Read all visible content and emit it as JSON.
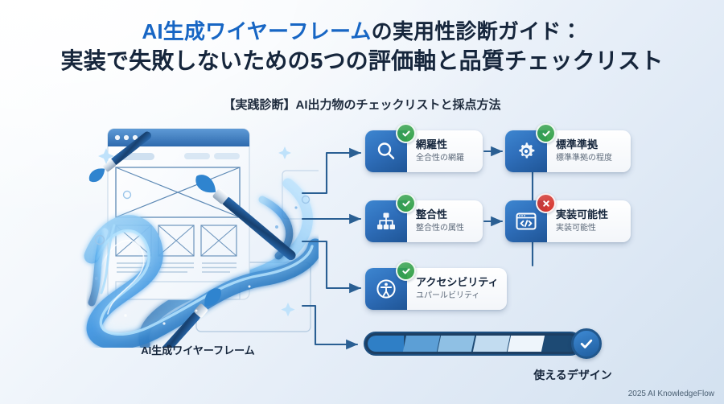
{
  "title": {
    "line1_accent": "AI生成ワイヤーフレーム",
    "line1_rest": "の実用性診断ガイド：",
    "line2": "実装で失敗しないための5つの評価軸と品質チェックリスト",
    "accent_color": "#1766c4",
    "text_color": "#16263c"
  },
  "subtitle": "【実践診断】AI出力物のチェックリストと採点方法",
  "illustration": {
    "caption": "AI生成ワイヤーフレーム",
    "alt": "browser-wireframe-mockup-with-blue-swirl-and-paintbrushes"
  },
  "cards": [
    {
      "id": "coverage",
      "icon": "magnifier-icon",
      "title": "網羅性",
      "subtitle": "全合性の網羅",
      "status": "ok",
      "status_icon": "check-badge-icon"
    },
    {
      "id": "standards",
      "icon": "gear-icon",
      "title": "標準準拠",
      "subtitle": "標準準拠の程度",
      "status": "ok",
      "status_icon": "check-badge-icon"
    },
    {
      "id": "consistency",
      "icon": "sitemap-icon",
      "title": "整合性",
      "subtitle": "整合性の属性",
      "status": "ok",
      "status_icon": "check-badge-icon"
    },
    {
      "id": "feasibility",
      "icon": "code-window-icon",
      "title": "実装可能性",
      "subtitle": "実装可能性",
      "status": "ng",
      "status_icon": "x-badge-icon"
    },
    {
      "id": "accessibility",
      "icon": "accessibility-icon",
      "title": "アクセシビリティ",
      "subtitle": "ユパールビリティ",
      "status": "ok",
      "status_icon": "check-badge-icon"
    }
  ],
  "progress": {
    "label": "使えるデザイン",
    "segments": 5,
    "segment_colors": [
      "#2f7fc6",
      "#5c9fd6",
      "#8fc0e4",
      "#c2dcf0",
      "#eef5fb"
    ],
    "tail_color": "#1d4a74",
    "check_icon": "check-circle-icon"
  },
  "colors": {
    "ok": "#35a24a",
    "ng": "#d6342c",
    "tile_blue": "#2f6fbb",
    "connector": "#2a5f93"
  },
  "footer": "2025 AI KnowledgeFlow"
}
